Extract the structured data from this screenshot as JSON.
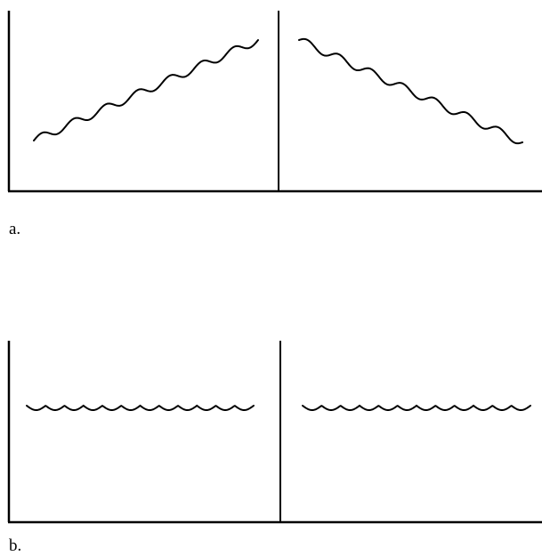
{
  "panels": {
    "a": {
      "label": "a.",
      "left_wave": {
        "trend": "rising"
      },
      "right_wave": {
        "trend": "falling"
      }
    },
    "b": {
      "label": "b.",
      "left_wave": {
        "trend": "flat"
      },
      "right_wave": {
        "trend": "flat"
      }
    }
  },
  "colors": {
    "stroke": "#000000",
    "background": "#ffffff"
  }
}
